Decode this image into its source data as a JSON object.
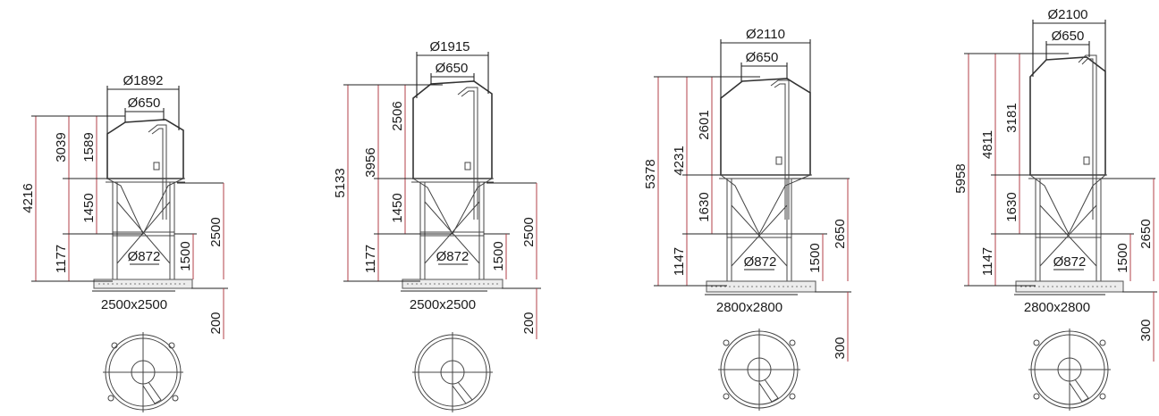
{
  "silos": [
    {
      "outer_diameter": "Ø1892",
      "inlet_diameter": "Ø650",
      "leg_spacing": "Ø872",
      "total_height": "4216",
      "cylinder_plus_cone": "3039",
      "cylinder_height": "1589",
      "cone_height": "1450",
      "outlet_height": "1177",
      "leg_height_short": "1500",
      "leg_height": "2500",
      "foundation_size": "2500x2500",
      "foundation_thickness": "200"
    },
    {
      "outer_diameter": "Ø1915",
      "inlet_diameter": "Ø650",
      "leg_spacing": "Ø872",
      "total_height": "5133",
      "cylinder_plus_cone": "3956",
      "cylinder_height": "2506",
      "cone_height": "1450",
      "outlet_height": "1177",
      "leg_height_short": "1500",
      "leg_height": "2500",
      "foundation_size": "2500x2500",
      "foundation_thickness": "200"
    },
    {
      "outer_diameter": "Ø2110",
      "inlet_diameter": "Ø650",
      "leg_spacing": "Ø872",
      "total_height": "5378",
      "cylinder_plus_cone": "4231",
      "cylinder_height": "2601",
      "cone_height": "1630",
      "outlet_height": "1147",
      "leg_height_short": "1500",
      "leg_height": "2650",
      "foundation_size": "2800x2800",
      "foundation_thickness": "300"
    },
    {
      "outer_diameter": "Ø2100",
      "inlet_diameter": "Ø650",
      "leg_spacing": "Ø872",
      "total_height": "5958",
      "cylinder_plus_cone": "4811",
      "cylinder_height": "3181",
      "cone_height": "1630",
      "outlet_height": "1147",
      "leg_height_short": "1500",
      "leg_height": "2650",
      "foundation_size": "2800x2800",
      "foundation_thickness": "300"
    }
  ]
}
